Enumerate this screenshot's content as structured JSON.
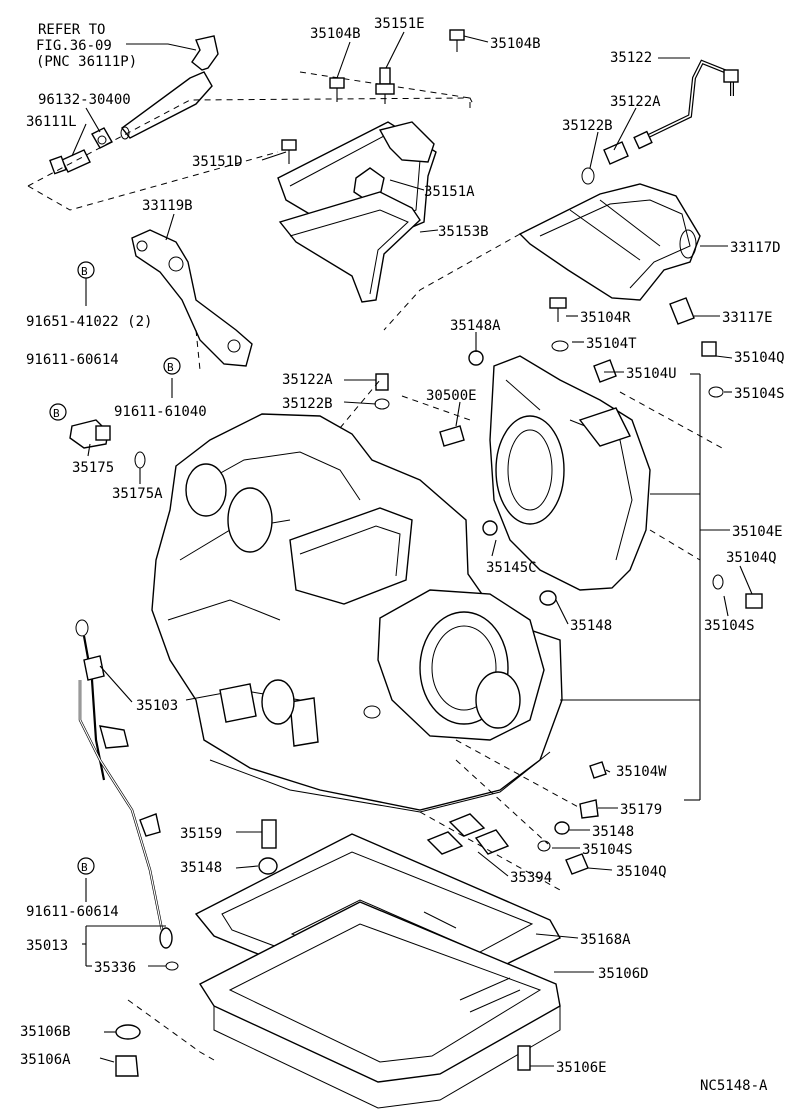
{
  "reference_note": [
    "REFER TO",
    "FIG.36-09",
    "(PNC 36111P)"
  ],
  "diagram_code": "NC5148-A",
  "callout_symbol": "B",
  "labels": [
    {
      "id": "l1",
      "text": "96132-30400"
    },
    {
      "id": "l2",
      "text": "36111L"
    },
    {
      "id": "l3",
      "text": "35104B"
    },
    {
      "id": "l4",
      "text": "35151E"
    },
    {
      "id": "l5",
      "text": "35104B"
    },
    {
      "id": "l6",
      "text": "35151D"
    },
    {
      "id": "l7",
      "text": "35151A"
    },
    {
      "id": "l8",
      "text": "35153B"
    },
    {
      "id": "l9",
      "text": "35122"
    },
    {
      "id": "l10",
      "text": "35122A"
    },
    {
      "id": "l11",
      "text": "35122B"
    },
    {
      "id": "l12",
      "text": "33119B"
    },
    {
      "id": "l13",
      "text": "33117D"
    },
    {
      "id": "l14",
      "text": "91651-41022 (2)"
    },
    {
      "id": "l15",
      "text": "35104R"
    },
    {
      "id": "l16",
      "text": "33117E"
    },
    {
      "id": "l17",
      "text": "35148A"
    },
    {
      "id": "l18",
      "text": "35104T"
    },
    {
      "id": "l19",
      "text": "91611-60614"
    },
    {
      "id": "l20",
      "text": "35104Q"
    },
    {
      "id": "l21",
      "text": "35122A"
    },
    {
      "id": "l22",
      "text": "35104U"
    },
    {
      "id": "l23",
      "text": "35104S"
    },
    {
      "id": "l24",
      "text": "35122B"
    },
    {
      "id": "l25",
      "text": "30500E"
    },
    {
      "id": "l26",
      "text": "91611-61040"
    },
    {
      "id": "l27",
      "text": "35175"
    },
    {
      "id": "l28",
      "text": "35175A"
    },
    {
      "id": "l29",
      "text": "35104E"
    },
    {
      "id": "l30",
      "text": "35145C"
    },
    {
      "id": "l31",
      "text": "35104Q"
    },
    {
      "id": "l32",
      "text": "35148"
    },
    {
      "id": "l33",
      "text": "35104S"
    },
    {
      "id": "l34",
      "text": "35103"
    },
    {
      "id": "l35",
      "text": "35104W"
    },
    {
      "id": "l36",
      "text": "35179"
    },
    {
      "id": "l37",
      "text": "35159"
    },
    {
      "id": "l38",
      "text": "35148"
    },
    {
      "id": "l39",
      "text": "35104S"
    },
    {
      "id": "l40",
      "text": "35148"
    },
    {
      "id": "l41",
      "text": "35394"
    },
    {
      "id": "l42",
      "text": "35104Q"
    },
    {
      "id": "l43",
      "text": "91611-60614"
    },
    {
      "id": "l44",
      "text": "35168A"
    },
    {
      "id": "l45",
      "text": "35013"
    },
    {
      "id": "l46",
      "text": "35336"
    },
    {
      "id": "l47",
      "text": "35106D"
    },
    {
      "id": "l48",
      "text": "35106B"
    },
    {
      "id": "l49",
      "text": "35106A"
    },
    {
      "id": "l50",
      "text": "35106E"
    }
  ]
}
